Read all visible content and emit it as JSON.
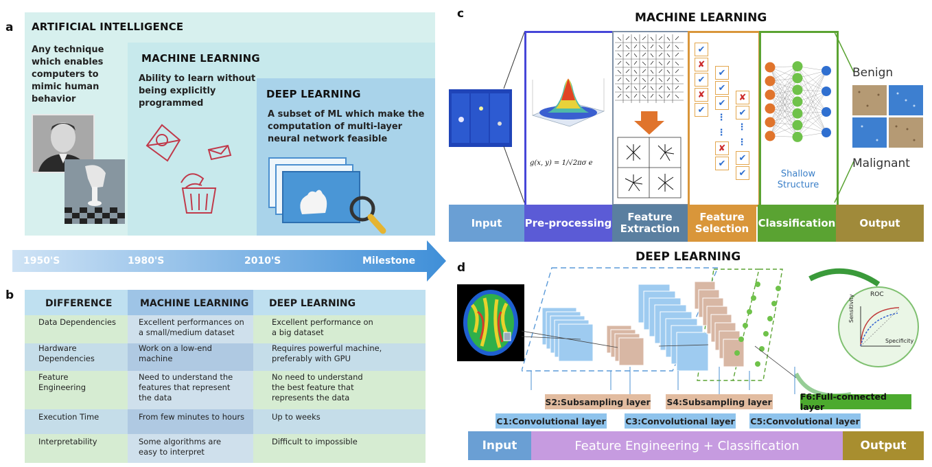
{
  "panel_a": {
    "label": "a",
    "ai": {
      "title": "ARTIFICIAL INTELLIGENCE",
      "desc": [
        "Any technique",
        "which enables",
        "computers to",
        "mimic human",
        "behavior"
      ]
    },
    "ml": {
      "title": "MACHINE LEARNING",
      "desc": [
        "Ability to learn without",
        "being explicitly",
        "programmed"
      ]
    },
    "dl": {
      "title": "DEEP LEARNING",
      "desc": [
        "A  subset of ML which make the",
        "computation of multi-layer",
        "neural network feasible"
      ]
    },
    "timeline": [
      "1950'S",
      "1980'S",
      "2010'S",
      "Milestone"
    ]
  },
  "panel_b": {
    "label": "b",
    "headers": [
      "DIFFERENCE",
      "MACHINE LEARNING",
      "DEEP LEARNING"
    ],
    "rows": [
      {
        "name": [
          "Data Dependencies"
        ],
        "ml": [
          "Excellent performances on",
          "a small/medium dataset"
        ],
        "dl": [
          "Excellent performance on",
          "a big dataset"
        ]
      },
      {
        "name": [
          "Hardware",
          "Dependencies"
        ],
        "ml": [
          "Work on a low-end",
          "machine"
        ],
        "dl": [
          "Requires powerful machine,",
          "preferably with GPU"
        ]
      },
      {
        "name": [
          "Feature",
          "Engineering"
        ],
        "ml": [
          "Need to understand the",
          "features that represent",
          "the data"
        ],
        "dl": [
          "No need to understand",
          "the best feature that",
          "represents the data"
        ]
      },
      {
        "name": [
          "Execution Time"
        ],
        "ml": [
          "From few minutes to hours"
        ],
        "dl": [
          "Up to weeks"
        ]
      },
      {
        "name": [
          "Interpretability"
        ],
        "ml": [
          "Some algorithms are",
          "easy to interpret"
        ],
        "dl": [
          "Difficult to impossible"
        ]
      }
    ]
  },
  "panel_c": {
    "label": "c",
    "title": "MACHINE LEARNING",
    "formula": "g(x, y) = 1/√2πσ e",
    "shallow": [
      "Shallow",
      "Structure"
    ],
    "benign": "Benign",
    "malignant": "Malignant",
    "stages": [
      {
        "text": [
          "Input"
        ],
        "color": "#6a9fd4"
      },
      {
        "text": [
          "Pre-processing"
        ],
        "color": "#5b5bd6"
      },
      {
        "text": [
          "Feature",
          "Extraction"
        ],
        "color": "#5a7fa0"
      },
      {
        "text": [
          "Feature",
          "Selection"
        ],
        "color": "#d9963a"
      },
      {
        "text": [
          "Classification"
        ],
        "color": "#5aa332"
      },
      {
        "text": [
          "Output"
        ],
        "color": "#a08a3a"
      }
    ]
  },
  "panel_d": {
    "label": "d",
    "title": "DEEP LEARNING",
    "roc": {
      "title": "ROC",
      "x": "Specificity",
      "y": "Sensitivity"
    },
    "layers_top": [
      "S2:Subsampling layer",
      "S4:Subsampling layer",
      "F6:Full-connected layer"
    ],
    "layers_bottom": [
      "C1:Convolutional layer",
      "C3:Convolutional layer",
      "C5:Convolutional layer"
    ],
    "bottom_bar": [
      "Input",
      "Feature Engineering + Classification",
      "Output"
    ]
  },
  "colors": {
    "ai_bg": "#d7f0ee",
    "ml_bg": "#c7e9ec",
    "dl_bg": "#a9d3ea",
    "timeline": "#6aa8dd",
    "input": "#6a9fd4",
    "feat": "#c69be0",
    "output": "#a88e2f"
  }
}
